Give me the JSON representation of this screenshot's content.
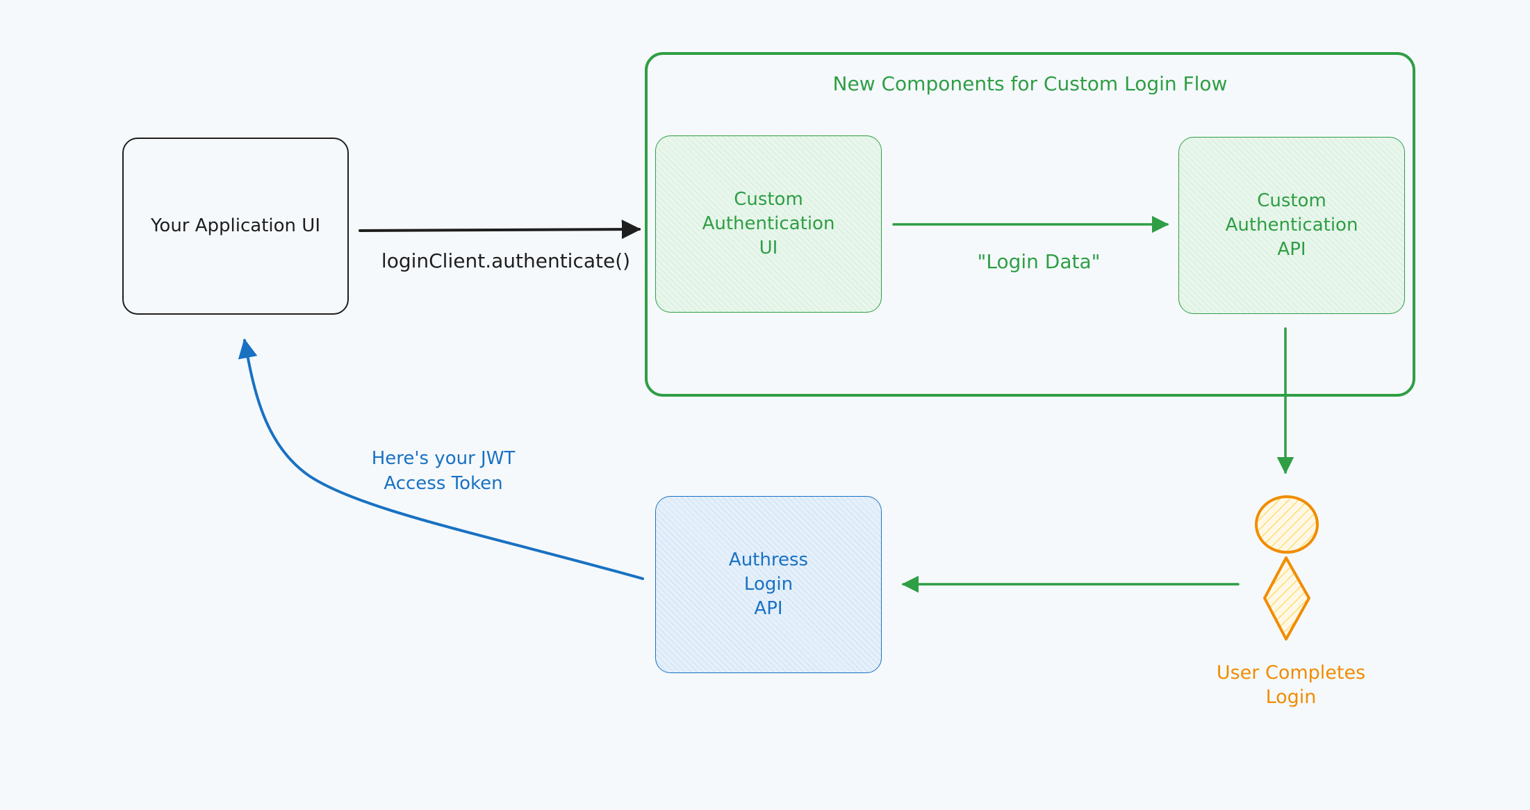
{
  "colors": {
    "background": "#f5f9fc",
    "black": "#1e1e1e",
    "green": "#2f9e44",
    "blue": "#1971c2",
    "orange": "#f08c00"
  },
  "group": {
    "title": "New Components for Custom Login Flow"
  },
  "nodes": {
    "app_ui": "Your Application UI",
    "custom_ui": "Custom\nAuthentication\nUI",
    "custom_api": "Custom\nAuthentication\nAPI",
    "authress_api": "Authress\nLogin\nAPI",
    "user": "User Completes\nLogin"
  },
  "edges": {
    "authenticate": "loginClient.authenticate()",
    "login_data": "\"Login Data\"",
    "jwt": "Here's your JWT\nAccess Token"
  },
  "icons": {
    "user": "person-icon"
  }
}
